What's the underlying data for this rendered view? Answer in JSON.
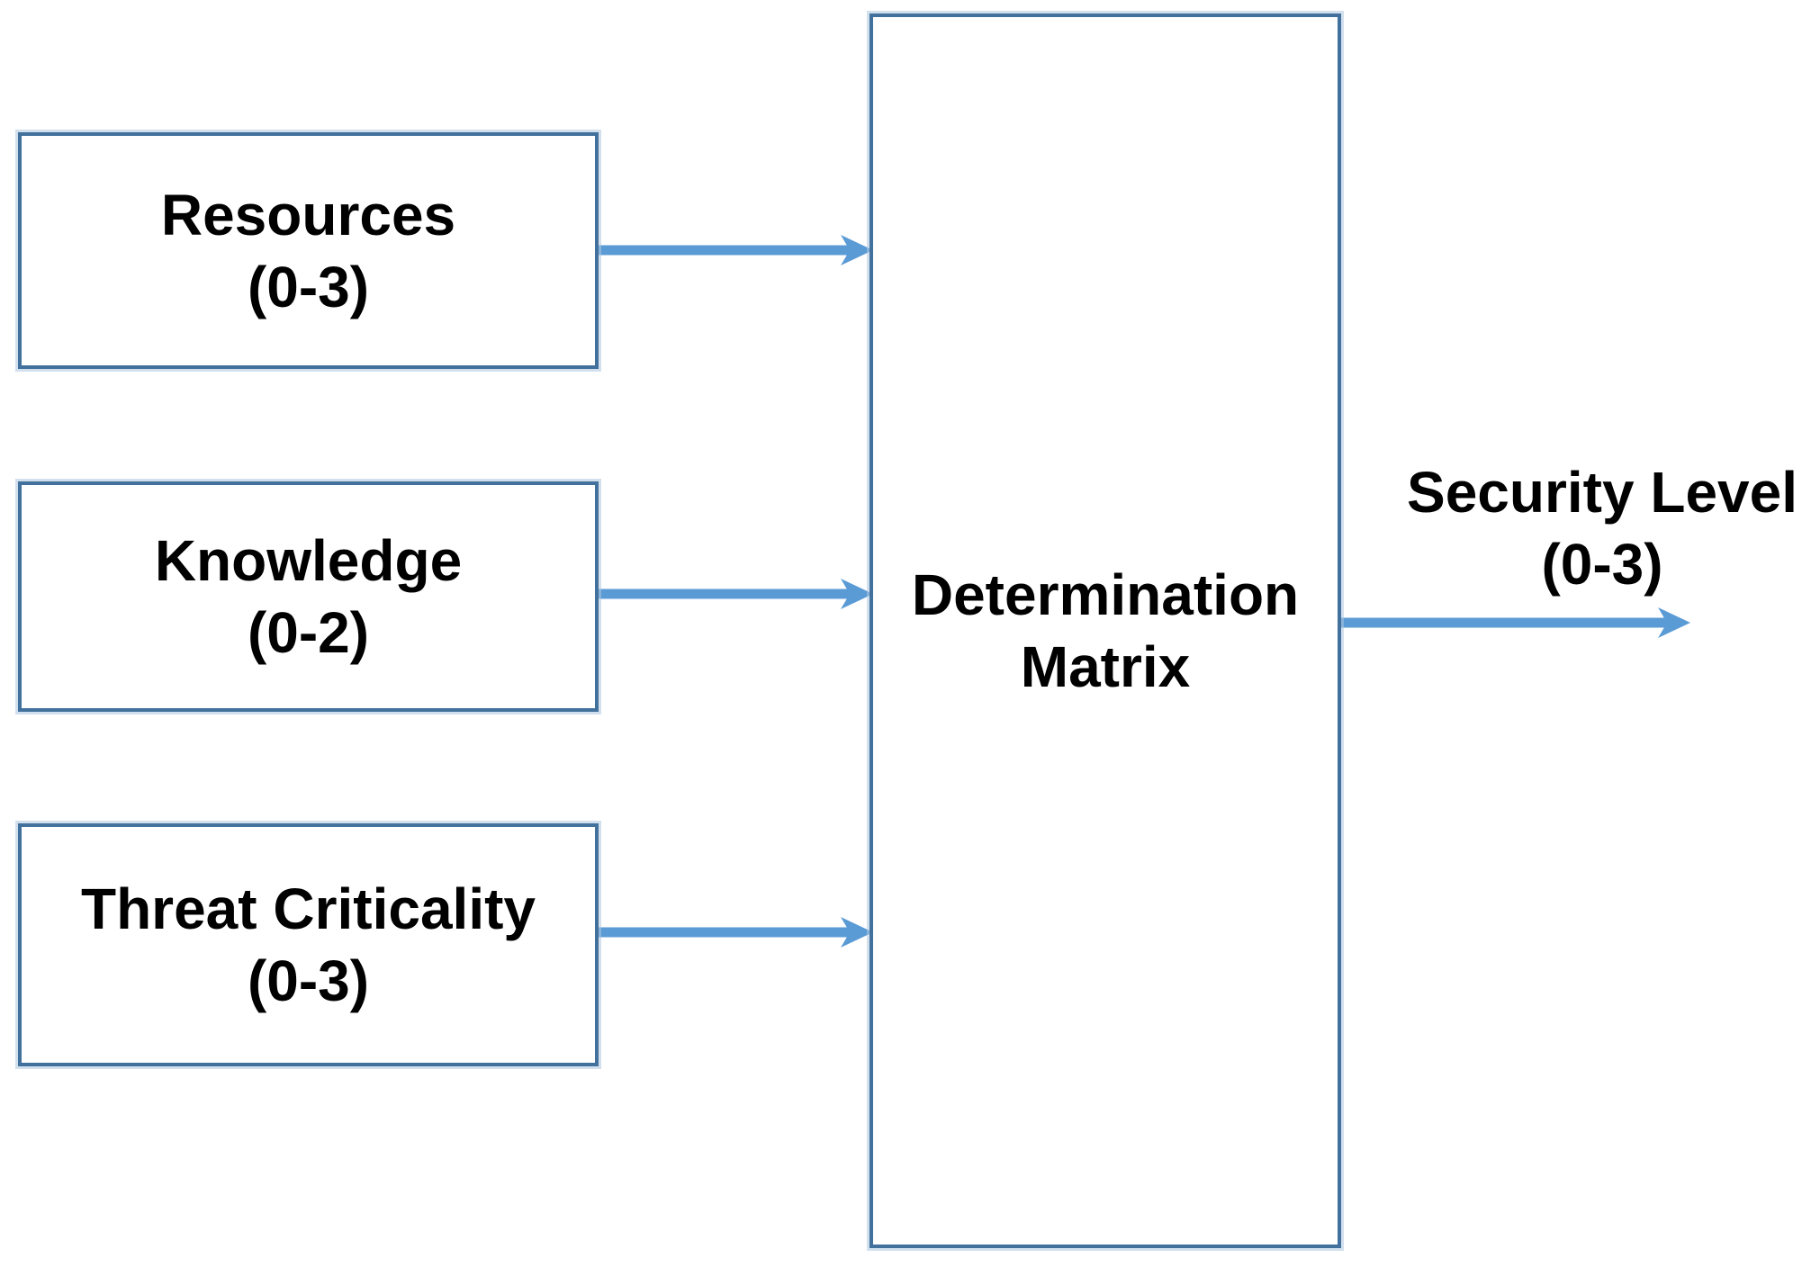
{
  "diagram": {
    "inputs": [
      {
        "label": "Resources",
        "range": "(0-3)"
      },
      {
        "label": "Knowledge",
        "range": "(0-2)"
      },
      {
        "label": "Threat Criticality",
        "range": "(0-3)"
      }
    ],
    "process": {
      "label": "Determination Matrix"
    },
    "output": {
      "label": "Security Level",
      "range": "(0-3)"
    },
    "arrows": [
      {
        "name": "resources-to-matrix",
        "glyph": "→"
      },
      {
        "name": "knowledge-to-matrix",
        "glyph": "→"
      },
      {
        "name": "threat-criticality-to-matrix",
        "glyph": "→"
      },
      {
        "name": "matrix-to-security-level",
        "glyph": "→"
      }
    ],
    "colors": {
      "box_border": "#41719C",
      "arrow": "#5B9BD5",
      "text": "#000000",
      "background": "#FFFFFF"
    }
  }
}
